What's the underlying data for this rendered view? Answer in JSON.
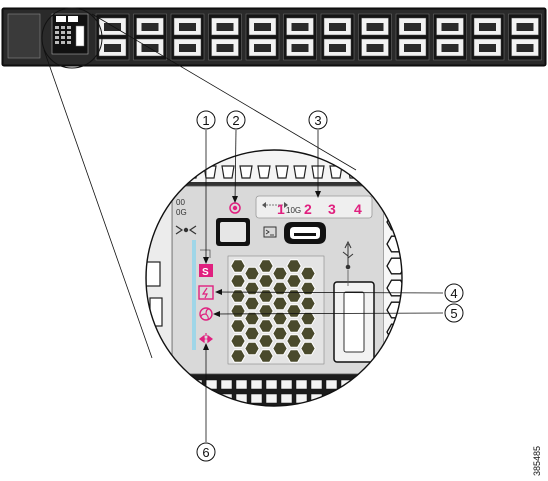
{
  "callouts": [
    "1",
    "2",
    "3",
    "4",
    "5",
    "6"
  ],
  "port_speed_label": "10G",
  "port_speed_numbers": [
    "1",
    "2",
    "3",
    "4"
  ],
  "panel_edge_fragments": [
    "00",
    "0G"
  ],
  "sys_led_letter": "S",
  "figure_id": "385485",
  "colors": {
    "accent": "#e0207f",
    "chassis": "#1c1c1c",
    "metal": "#d9d9d9",
    "vent": "#4a4a2c"
  },
  "icons": [
    "beacon-icon",
    "stack-link-icon",
    "console-icon",
    "usb-icon",
    "status-led-icon",
    "power-led-icon",
    "fan-led-icon",
    "uplink-led-icon"
  ]
}
